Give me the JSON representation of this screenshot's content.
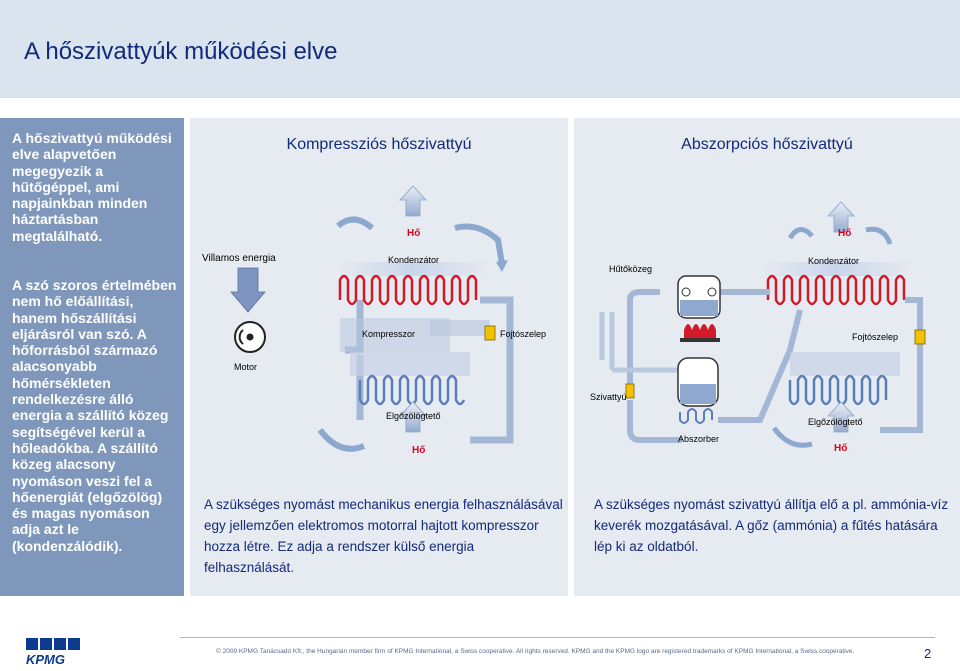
{
  "title": "A hőszivattyúk működési elve",
  "left_panel": {
    "text_1": "A hőszivattyú működési elve alapvetően megegyezik a hűtőgéppel, ami napjainkban minden háztartásban megtalálható.",
    "text_2": "A szó szoros értelmében nem hő előállítási, hanem hőszállítási eljárásról van szó. A hőforrásból származó alacsonyabb hőmérsékleten rendelkezésre álló energia a szállító közeg segítségével kerül a hőleadókba. A szállító közeg alacsony nyomáson veszi fel a hőenergiát (elgőzölög) és magas nyomáson adja azt le (kondenzálódik)."
  },
  "compression": {
    "title": "Kompressziós hőszivattyú",
    "labels": {
      "villamos": "Villamos energia",
      "motor": "Motor",
      "kondenzator": "Kondenzátor",
      "kompresszor": "Kompresszor",
      "fojtoszelep": "Fojtószelep",
      "elgozologteto": "Elgőzölögtető",
      "ho_top": "Hő",
      "ho_bottom": "Hő"
    },
    "description": "A szükséges nyomást mechanikus energia felhasználásával egy jellemzően elektromos motorral hajtott kompresszor hozza létre. Ez adja a rendszer külső energia felhasználását."
  },
  "absorption": {
    "title": "Abszorpciós hőszivattyú",
    "labels": {
      "hutokozeg": "Hűtőközeg",
      "kondenzator": "Kondenzátor",
      "fojtoszelep": "Fojtószelep",
      "szivattyu": "Szivattyú",
      "abszorber": "Abszorber",
      "elgozologteto": "Elgőzölögtető",
      "ho_top": "Hő",
      "ho_bottom": "Hő"
    },
    "description": "A szükséges nyomást szivattyú állítja elő a pl. ammónia-víz keverék mozgatásával. A gőz (ammónia) a fűtés hatására lép ki az oldatból."
  },
  "footer": {
    "copyright": "© 2009 KPMG Tanácsadó Kft., the Hungarian member firm of KPMG International, a Swiss cooperative. All rights reserved. KPMG and the KPMG logo are registered trademarks of KPMG International, a Swiss cooperative.",
    "page": "2",
    "logo_text": "KPMG"
  },
  "colors": {
    "title": "#13297a",
    "header_bg": "#d9e4ef",
    "left_panel_bg": "#7f97ba",
    "panel_bg": "#e6eaf1",
    "heat_red": "#e2001a",
    "pipe_blue": "#8aa8cf"
  }
}
